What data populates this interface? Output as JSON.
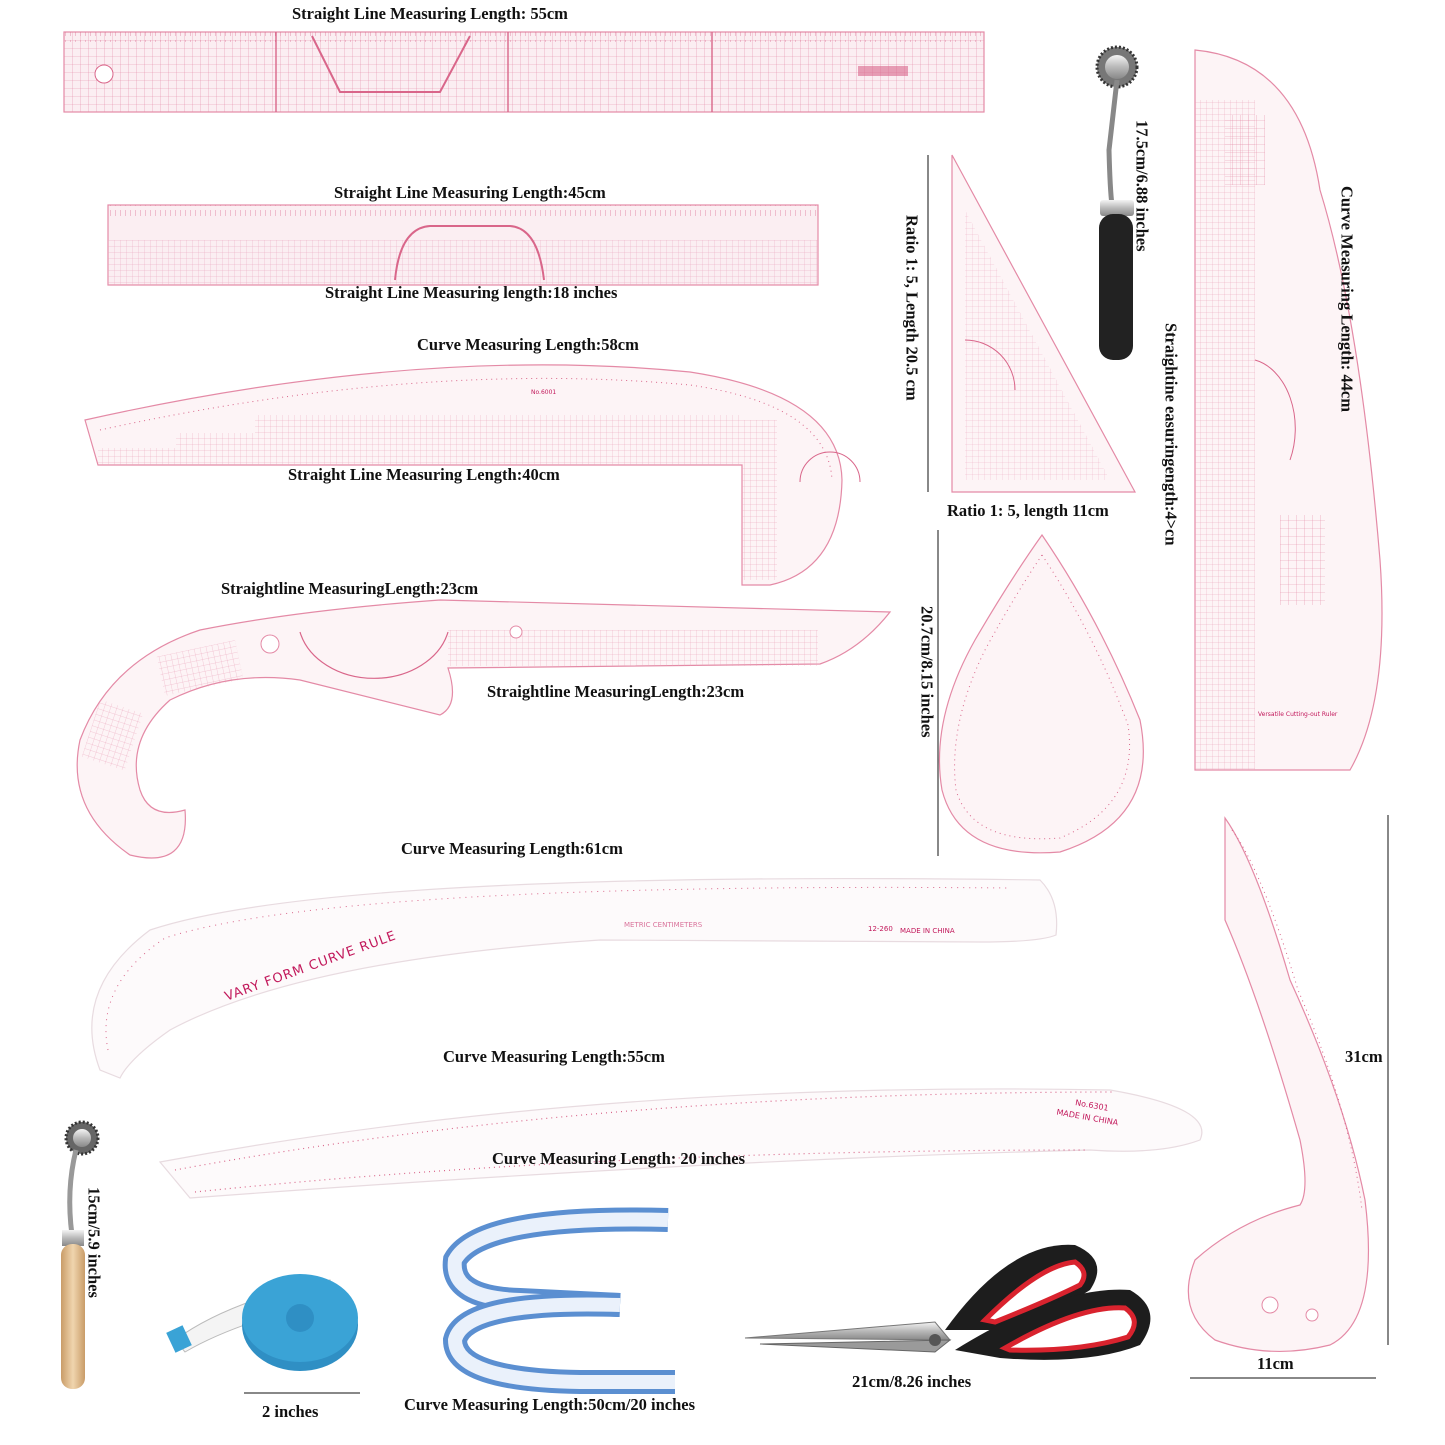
{
  "labels": {
    "ruler55": "Straight Line Measuring Length: 55cm",
    "ruler45": "Straight Line Measuring Length:45cm",
    "ruler18in": "Straight Line Measuring length:18 inches",
    "curve58": "Curve Measuring Length:58cm",
    "straight40": "Straight Line Measuring Length:40cm",
    "straight23a": "Straightline MeasuringLength:23cm",
    "straight23b": "Straightline MeasuringLength:23cm",
    "curve61": "Curve Measuring Length:61cm",
    "curve55": "Curve Measuring Length:55cm",
    "curve20in": "Curve Measuring Length: 20 inches",
    "triangleVertical": "Ratio 1: 5, Length 20.5 cm",
    "triangleBottom": "Ratio 1: 5, length 11cm",
    "tracingWheelTop": "17.5cm/6.88 inches",
    "curve44": "Curve Measuring Length: 44cm",
    "straightline4": "Straightine easuringength:4>cn",
    "teardrop": "20.7cm/8.15 inches",
    "hip31": "31cm",
    "hip11": "11cm",
    "tracingWheelBottom": "15cm/5.9 inches",
    "tape": "2 inches",
    "flexible": "Curve Measuring Length:50cm/20 inches",
    "scissors": "21cm/8.26 inches"
  },
  "rulerPrint": {
    "varyForm": "VARY FORM CURVE RULE",
    "metric": "METRIC   CENTIMETERS",
    "model": "12-260",
    "madeIn": "MADE IN CHINA",
    "model55": "No.6301",
    "madeIn55": "MADE IN CHINA",
    "versatile": "Versatile Cutting-out Ruler",
    "model58": "No.6001"
  },
  "colors": {
    "rulerLine": "#d9668a",
    "rulerFill": "#fbeef2",
    "rulerText": "#c2185b",
    "tapeBlue": "#3aa3d6",
    "flexBlue": "#5b8fd1",
    "handleBlack": "#222222",
    "scissorRed": "#d9232e",
    "woodHandle": "#e2c193"
  }
}
